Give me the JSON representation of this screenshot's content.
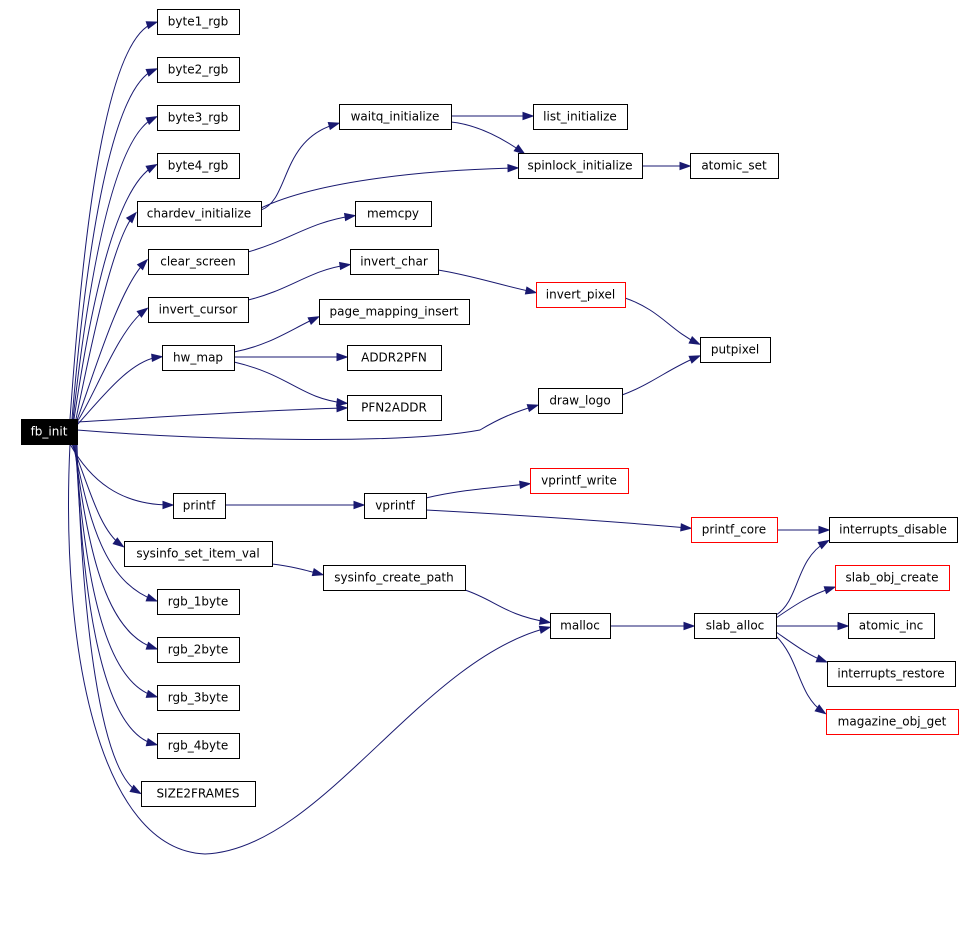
{
  "colors": {
    "edge": "#191970",
    "node_border": "#000000",
    "node_border_incomplete": "#ff0000",
    "root_fill": "#000000",
    "root_text": "#ffffff"
  },
  "nodes": [
    {
      "id": "fb_init",
      "label": "fb_init",
      "style": "root"
    },
    {
      "id": "byte1_rgb",
      "label": "byte1_rgb",
      "style": "normal"
    },
    {
      "id": "byte2_rgb",
      "label": "byte2_rgb",
      "style": "normal"
    },
    {
      "id": "byte3_rgb",
      "label": "byte3_rgb",
      "style": "normal"
    },
    {
      "id": "byte4_rgb",
      "label": "byte4_rgb",
      "style": "normal"
    },
    {
      "id": "chardev_initialize",
      "label": "chardev_initialize",
      "style": "normal"
    },
    {
      "id": "clear_screen",
      "label": "clear_screen",
      "style": "normal"
    },
    {
      "id": "invert_cursor",
      "label": "invert_cursor",
      "style": "normal"
    },
    {
      "id": "hw_map",
      "label": "hw_map",
      "style": "normal"
    },
    {
      "id": "printf",
      "label": "printf",
      "style": "normal"
    },
    {
      "id": "sysinfo_set_item_val",
      "label": "sysinfo_set_item_val",
      "style": "normal"
    },
    {
      "id": "rgb_1byte",
      "label": "rgb_1byte",
      "style": "normal"
    },
    {
      "id": "rgb_2byte",
      "label": "rgb_2byte",
      "style": "normal"
    },
    {
      "id": "rgb_3byte",
      "label": "rgb_3byte",
      "style": "normal"
    },
    {
      "id": "rgb_4byte",
      "label": "rgb_4byte",
      "style": "normal"
    },
    {
      "id": "SIZE2FRAMES",
      "label": "SIZE2FRAMES",
      "style": "normal"
    },
    {
      "id": "waitq_initialize",
      "label": "waitq_initialize",
      "style": "normal"
    },
    {
      "id": "list_initialize",
      "label": "list_initialize",
      "style": "normal"
    },
    {
      "id": "spinlock_initialize",
      "label": "spinlock_initialize",
      "style": "normal"
    },
    {
      "id": "atomic_set",
      "label": "atomic_set",
      "style": "normal"
    },
    {
      "id": "memcpy",
      "label": "memcpy",
      "style": "normal"
    },
    {
      "id": "invert_char",
      "label": "invert_char",
      "style": "normal"
    },
    {
      "id": "invert_pixel",
      "label": "invert_pixel",
      "style": "incomplete"
    },
    {
      "id": "putpixel",
      "label": "putpixel",
      "style": "normal"
    },
    {
      "id": "page_mapping_insert",
      "label": "page_mapping_insert",
      "style": "normal"
    },
    {
      "id": "ADDR2PFN",
      "label": "ADDR2PFN",
      "style": "normal"
    },
    {
      "id": "PFN2ADDR",
      "label": "PFN2ADDR",
      "style": "normal"
    },
    {
      "id": "draw_logo",
      "label": "draw_logo",
      "style": "normal"
    },
    {
      "id": "vprintf",
      "label": "vprintf",
      "style": "normal"
    },
    {
      "id": "vprintf_write",
      "label": "vprintf_write",
      "style": "incomplete"
    },
    {
      "id": "printf_core",
      "label": "printf_core",
      "style": "incomplete"
    },
    {
      "id": "interrupts_disable",
      "label": "interrupts_disable",
      "style": "normal"
    },
    {
      "id": "sysinfo_create_path",
      "label": "sysinfo_create_path",
      "style": "normal"
    },
    {
      "id": "malloc",
      "label": "malloc",
      "style": "normal"
    },
    {
      "id": "slab_alloc",
      "label": "slab_alloc",
      "style": "normal"
    },
    {
      "id": "slab_obj_create",
      "label": "slab_obj_create",
      "style": "incomplete"
    },
    {
      "id": "atomic_inc",
      "label": "atomic_inc",
      "style": "normal"
    },
    {
      "id": "interrupts_restore",
      "label": "interrupts_restore",
      "style": "normal"
    },
    {
      "id": "magazine_obj_get",
      "label": "magazine_obj_get",
      "style": "incomplete"
    }
  ],
  "edges": [
    {
      "from": "fb_init",
      "to": "byte1_rgb"
    },
    {
      "from": "fb_init",
      "to": "byte2_rgb"
    },
    {
      "from": "fb_init",
      "to": "byte3_rgb"
    },
    {
      "from": "fb_init",
      "to": "byte4_rgb"
    },
    {
      "from": "fb_init",
      "to": "chardev_initialize"
    },
    {
      "from": "fb_init",
      "to": "clear_screen"
    },
    {
      "from": "fb_init",
      "to": "invert_cursor"
    },
    {
      "from": "fb_init",
      "to": "hw_map"
    },
    {
      "from": "fb_init",
      "to": "PFN2ADDR"
    },
    {
      "from": "fb_init",
      "to": "draw_logo"
    },
    {
      "from": "fb_init",
      "to": "printf"
    },
    {
      "from": "fb_init",
      "to": "sysinfo_set_item_val"
    },
    {
      "from": "fb_init",
      "to": "rgb_1byte"
    },
    {
      "from": "fb_init",
      "to": "rgb_2byte"
    },
    {
      "from": "fb_init",
      "to": "rgb_3byte"
    },
    {
      "from": "fb_init",
      "to": "rgb_4byte"
    },
    {
      "from": "fb_init",
      "to": "SIZE2FRAMES"
    },
    {
      "from": "fb_init",
      "to": "malloc"
    },
    {
      "from": "chardev_initialize",
      "to": "waitq_initialize"
    },
    {
      "from": "chardev_initialize",
      "to": "spinlock_initialize"
    },
    {
      "from": "waitq_initialize",
      "to": "list_initialize"
    },
    {
      "from": "waitq_initialize",
      "to": "spinlock_initialize"
    },
    {
      "from": "spinlock_initialize",
      "to": "atomic_set"
    },
    {
      "from": "clear_screen",
      "to": "memcpy"
    },
    {
      "from": "invert_cursor",
      "to": "invert_char"
    },
    {
      "from": "invert_char",
      "to": "invert_pixel"
    },
    {
      "from": "invert_pixel",
      "to": "putpixel"
    },
    {
      "from": "hw_map",
      "to": "page_mapping_insert"
    },
    {
      "from": "hw_map",
      "to": "ADDR2PFN"
    },
    {
      "from": "hw_map",
      "to": "PFN2ADDR"
    },
    {
      "from": "draw_logo",
      "to": "putpixel"
    },
    {
      "from": "printf",
      "to": "vprintf"
    },
    {
      "from": "vprintf",
      "to": "vprintf_write"
    },
    {
      "from": "vprintf",
      "to": "printf_core"
    },
    {
      "from": "printf_core",
      "to": "interrupts_disable"
    },
    {
      "from": "sysinfo_set_item_val",
      "to": "sysinfo_create_path"
    },
    {
      "from": "sysinfo_create_path",
      "to": "malloc"
    },
    {
      "from": "malloc",
      "to": "slab_alloc"
    },
    {
      "from": "slab_alloc",
      "to": "interrupts_disable"
    },
    {
      "from": "slab_alloc",
      "to": "slab_obj_create"
    },
    {
      "from": "slab_alloc",
      "to": "atomic_inc"
    },
    {
      "from": "slab_alloc",
      "to": "interrupts_restore"
    },
    {
      "from": "slab_alloc",
      "to": "magazine_obj_get"
    }
  ]
}
